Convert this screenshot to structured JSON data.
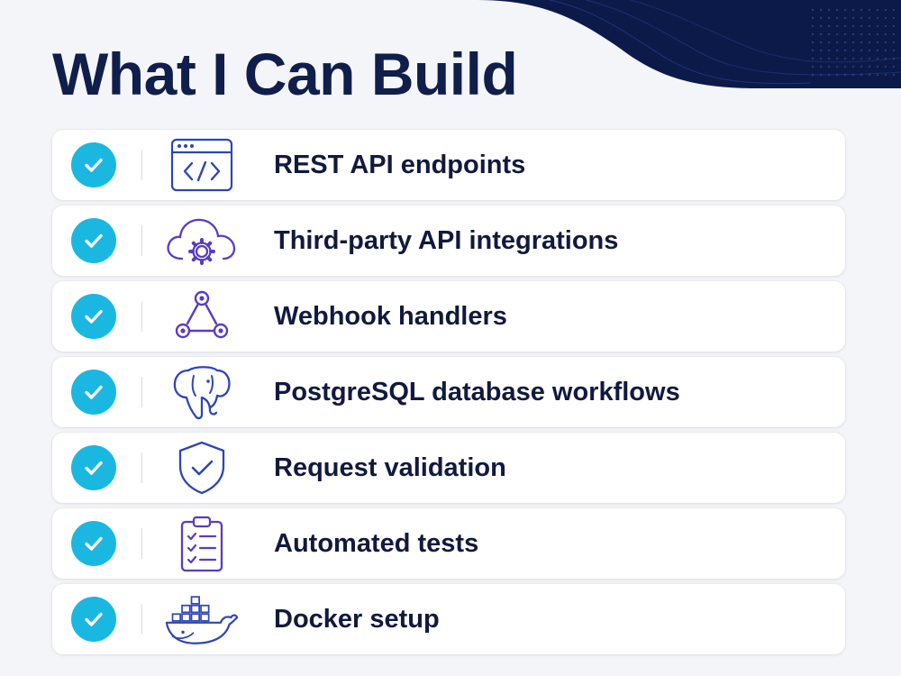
{
  "header": {
    "title": "What I Can Build"
  },
  "colors": {
    "title": "#0f1e4a",
    "check_badge": "#1ab8e0",
    "icon_blue": "#2d46b5",
    "icon_purple": "#5a3cc4",
    "header_wave": "#0c1a4a"
  },
  "features": [
    {
      "label": "REST API endpoints",
      "icon": "code-window-icon"
    },
    {
      "label": "Third-party API integrations",
      "icon": "cloud-gear-icon"
    },
    {
      "label": "Webhook handlers",
      "icon": "webhook-icon"
    },
    {
      "label": "PostgreSQL database workflows",
      "icon": "postgresql-elephant-icon"
    },
    {
      "label": "Request validation",
      "icon": "shield-check-icon"
    },
    {
      "label": "Automated tests",
      "icon": "checklist-clipboard-icon"
    },
    {
      "label": "Docker setup",
      "icon": "docker-whale-icon"
    }
  ]
}
